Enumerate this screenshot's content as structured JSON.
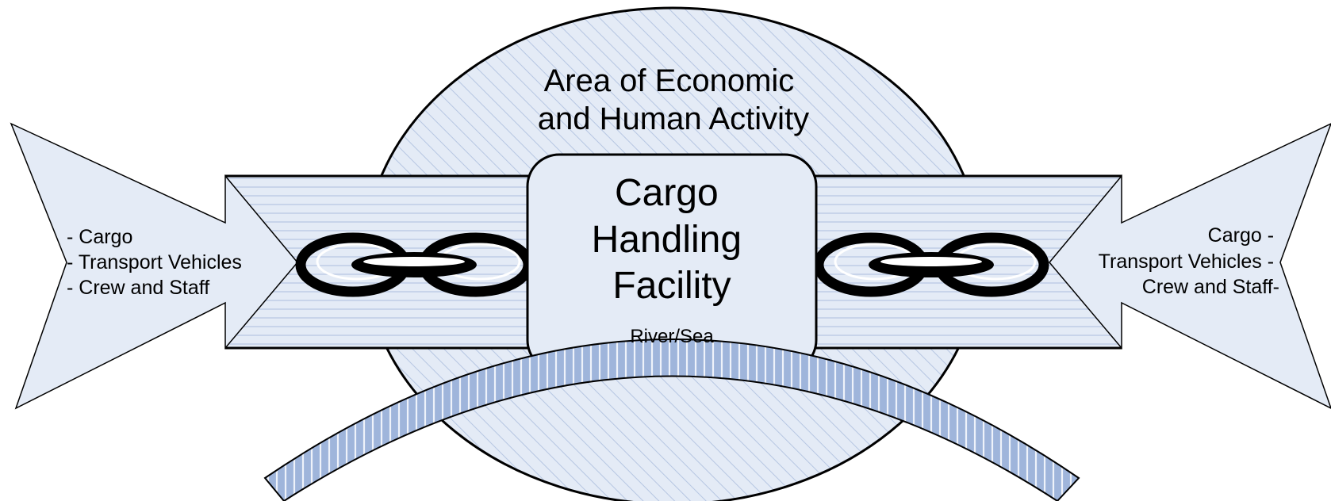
{
  "region": {
    "title_lines": [
      "Area of Economic",
      "and Human Activity"
    ]
  },
  "facility": {
    "title_lines": [
      "Cargo",
      "Handling",
      "Facility"
    ]
  },
  "left_flow": {
    "items": [
      "- Cargo",
      "- Transport Vehicles",
      "- Crew and Staff"
    ]
  },
  "right_flow": {
    "items": [
      "Cargo -",
      "Transport Vehicles -",
      "Crew and Staff-"
    ]
  },
  "waterway": {
    "label": "River/Sea"
  },
  "colors": {
    "fill_light": "#e4ebf6",
    "hatch_line": "#b6c6e2",
    "river_stripe": "#9fb5db",
    "outline": "#000000"
  }
}
